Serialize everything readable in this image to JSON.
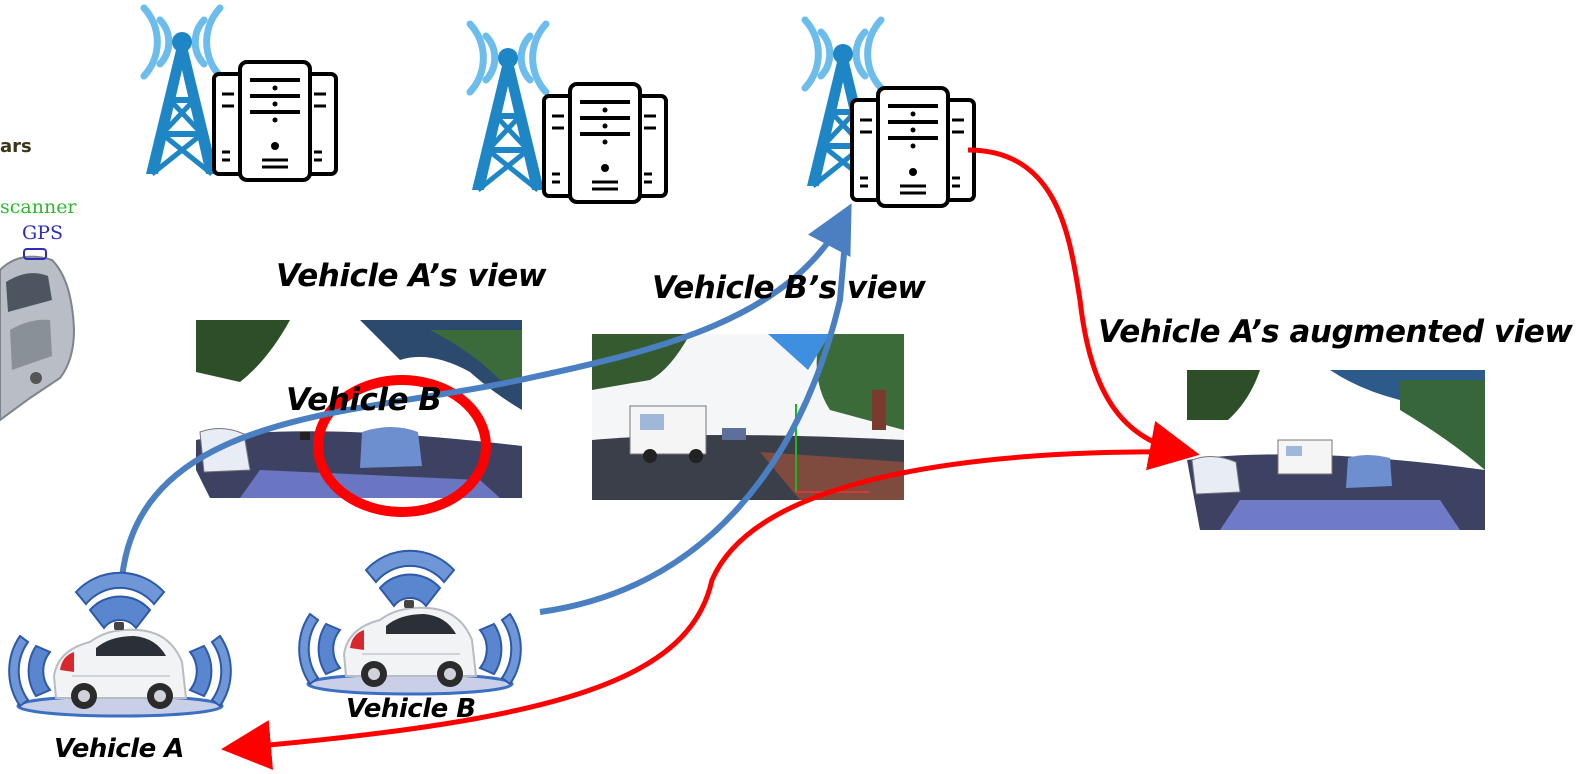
{
  "labels": {
    "vehicle_a_view": "Vehicle A’s view",
    "vehicle_b_view": "Vehicle B’s view",
    "vehicle_a_augmented_view": "Vehicle A’s augmented view",
    "vehicle_b_in_view": "Vehicle B",
    "vehicle_a": "Vehicle A",
    "vehicle_b": "Vehicle B"
  },
  "left_fragment": {
    "sensors": "ars",
    "scanner": "scanner",
    "gps": "GPS"
  },
  "icons": [
    "antenna-tower-icon",
    "server-rack-icon",
    "autonomous-car-icon",
    "radio-wave-icon"
  ],
  "colors": {
    "tower": "#1e86c4",
    "waves": "#6cbcec",
    "arrow_upload": "#4a7fc1",
    "arrow_download": "#ff0000",
    "highlight_circle": "#ff0000"
  }
}
